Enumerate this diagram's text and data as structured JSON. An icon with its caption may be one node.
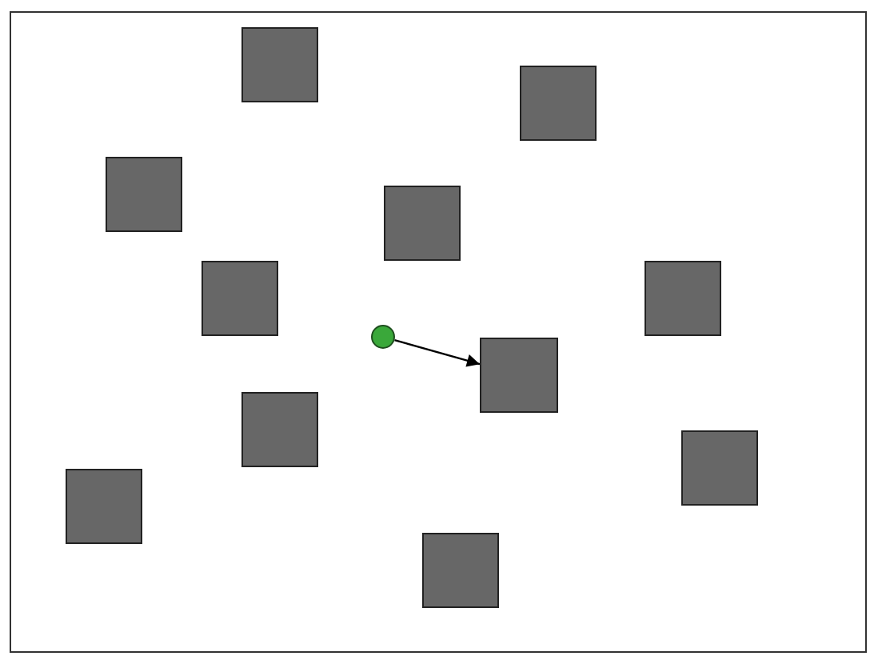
{
  "diagram": {
    "nodes": [
      {
        "text": [],
        "shape": "box"
      },
      {
        "text": [],
        "shape": "box"
      },
      {
        "text": [],
        "shape": "box"
      },
      {
        "text": [],
        "shape": "box"
      },
      {
        "text": [],
        "shape": "box"
      },
      {
        "text": [],
        "shape": "box"
      },
      {
        "text": [],
        "shape": "circle"
      },
      {
        "text": [],
        "shape": "box"
      },
      {
        "text": [],
        "shape": "box"
      },
      {
        "text": [],
        "shape": "box"
      },
      {
        "text": [],
        "shape": "box"
      },
      {
        "text": [],
        "shape": "box"
      }
    ],
    "edges": [
      {
        "from": 6,
        "to": 7,
        "arrow": "to"
      }
    ]
  }
}
